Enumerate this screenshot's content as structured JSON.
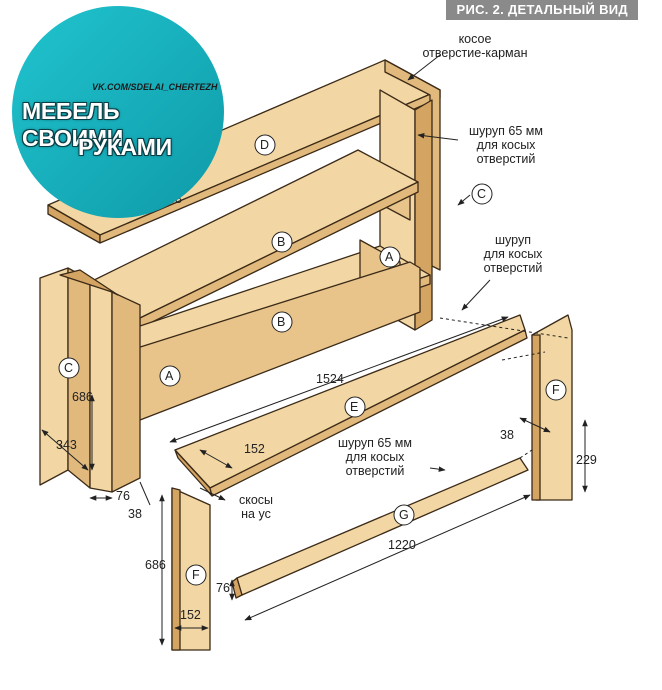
{
  "header": {
    "caption": "РИС. 2. ДЕТАЛЬНЫЙ ВИД"
  },
  "badge": {
    "line1": "МЕБЕЛЬ СВОИМИ",
    "line2": "РУКАМИ",
    "handle": "VK.COM/SDELAI_CHERTEZH"
  },
  "parts": {
    "D": "D",
    "B1": "B",
    "B2": "B",
    "A1": "A",
    "A2": "A",
    "C1": "C",
    "C2": "C",
    "E": "E",
    "F1": "F",
    "F2": "F",
    "G": "G"
  },
  "dimensions": {
    "d686_left": "686",
    "d343": "343",
    "d76_bottom": "76",
    "d38_bottom": "38",
    "d38_top": "38",
    "d1524": "1524",
    "d152_e": "152",
    "d38_right": "38",
    "d229": "229",
    "d686_leg": "686",
    "d76_leg": "76",
    "d152_leg": "152",
    "d1220": "1220"
  },
  "notes": {
    "pocket_hole": [
      "косое",
      "отверстие-карман"
    ],
    "screw_top": [
      "шуруп 65 мм",
      "для косых",
      "отверстий"
    ],
    "screw_right": [
      "шуруп",
      "для косых",
      "отверстий"
    ],
    "screw_bottom": [
      "шуруп 65 мм",
      "для косых",
      "отверстий"
    ],
    "bevels": [
      "скосы",
      "на ус"
    ]
  },
  "colors": {
    "wood": "#f2d6a4",
    "wood_dark": "#e2b97c",
    "wood_shade": "#d4a463",
    "outline": "#3b2a17",
    "badge": "#18b6c2"
  }
}
